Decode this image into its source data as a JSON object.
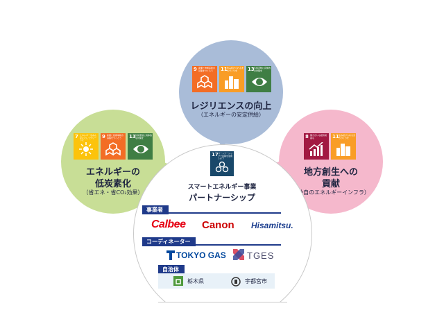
{
  "bubbles": {
    "resilience": {
      "title": "レジリエンスの向上",
      "subtitle": "（エネルギーの安定供給）",
      "icons": [
        {
          "num": "9",
          "label": "産業と技術革新の基盤をつくろう",
          "color": "#f36d25",
          "icon": "cubes-icon"
        },
        {
          "num": "11",
          "label": "住み続けられるまちづくりを",
          "color": "#f99d26",
          "icon": "city-icon"
        },
        {
          "num": "13",
          "label": "気候変動に具体的な対策を",
          "color": "#3f7e44",
          "icon": "eye-globe-icon"
        }
      ],
      "color": "#a9bcd8"
    },
    "decarbon": {
      "title_line1": "エネルギーの",
      "title_line2": "低炭素化",
      "subtitle": "（省エネ・省CO₂効果）",
      "icons": [
        {
          "num": "7",
          "label": "エネルギーをみんなにそしてクリーンに",
          "color": "#fcc30b",
          "icon": "sun-icon"
        },
        {
          "num": "9",
          "label": "産業と技術革新の基盤をつくろう",
          "color": "#f36d25",
          "icon": "cubes-icon"
        },
        {
          "num": "13",
          "label": "気候変動に具体的な対策を",
          "color": "#3f7e44",
          "icon": "eye-globe-icon"
        }
      ],
      "color": "#c8de96"
    },
    "regional": {
      "title_line1": "地方創生への",
      "title_line2": "貢献",
      "subtitle": "（独自のエネルギーインフラ）",
      "icons": [
        {
          "num": "8",
          "label": "働きがいも経済成長も",
          "color": "#a21942",
          "icon": "growth-chart-icon"
        },
        {
          "num": "11",
          "label": "住み続けられるまちづくりを",
          "color": "#f99d26",
          "icon": "city-icon"
        }
      ],
      "color": "#f5b8cc"
    }
  },
  "center": {
    "icon": {
      "num": "17",
      "label": "パートナーシップで目標を達成しよう",
      "color": "#19486a",
      "icon": "partnership-icon"
    },
    "title_line1": "スマートエネルギー事業",
    "title_line2": "パートナーシップ",
    "sections": {
      "operators": {
        "label": "事業者",
        "logos": [
          "Calbee",
          "Canon",
          "Hisamitsu."
        ]
      },
      "coordinators": {
        "label": "コーディネーター",
        "logos": [
          "TOKYO GAS",
          "TGES"
        ]
      },
      "municipalities": {
        "label": "自治体",
        "items": [
          "栃木県",
          "宇都宮市"
        ]
      }
    }
  },
  "colors": {
    "navy": "#1f3a8a",
    "calbee_red": "#e60012",
    "canon_red": "#cc0000",
    "hisamitsu_blue": "#1d3f8f",
    "tokyogas_blue": "#00479d"
  }
}
